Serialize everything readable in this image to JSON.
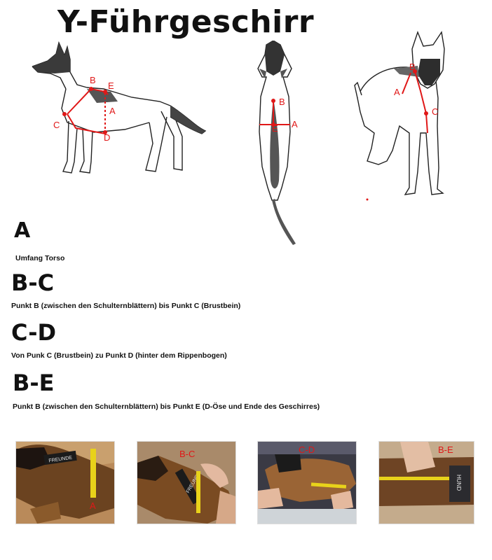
{
  "page": {
    "title": "Y-Führgeschirr"
  },
  "diagram_labels": {
    "side": [
      "B",
      "E",
      "A",
      "C",
      "D"
    ],
    "top": [
      "B",
      "E",
      "A"
    ],
    "front": [
      "B",
      "A",
      "C"
    ]
  },
  "sections": [
    {
      "heading": "A",
      "text": "Umfang Torso"
    },
    {
      "heading": "B-C",
      "text": "Punkt B (zwischen den Schulternblättern) bis Punkt C (Brustbein)"
    },
    {
      "heading": "C-D",
      "text": "Von Punk C (Brustbein) zu Punkt D (hinter dem Rippenbogen)"
    },
    {
      "heading": "B-E",
      "text": "Punkt B (zwischen den Schulternblättern) bis Punkt E (D-Öse und Ende des Geschirres)"
    }
  ],
  "photos": [
    {
      "label": "A",
      "collar_text": "FREUNDE"
    },
    {
      "label": "B-C",
      "collar_text": "FREUNDE"
    },
    {
      "label": "C-D",
      "collar_text": ""
    },
    {
      "label": "B-E",
      "collar_text": "HUND"
    }
  ],
  "colors": {
    "measure_line": "#e01818",
    "tape": "#e8d21a",
    "dog_coat": "#8a5a2b"
  }
}
